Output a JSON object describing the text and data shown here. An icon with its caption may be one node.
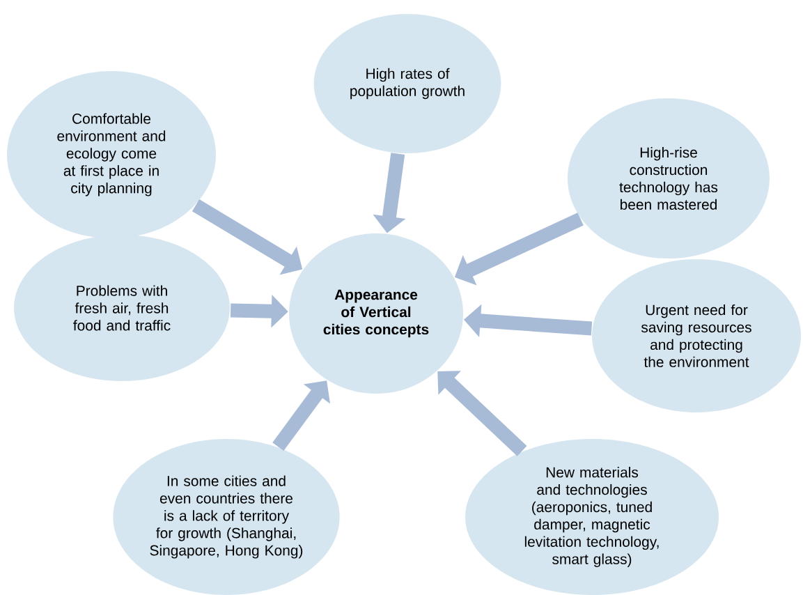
{
  "diagram": {
    "nodes": [
      {
        "text": [
          "High rates of population growth"
        ]
      },
      {
        "text": [
          "Comfortable environment and ecology come at first place in city planning"
        ]
      },
      {
        "text": [
          "High-rise construction technology has been mastered"
        ]
      },
      {
        "text": [
          "Appearance of Vertical cities concepts"
        ]
      },
      {
        "text": [
          "Problems with fresh air, fresh food and traffic"
        ]
      },
      {
        "text": [
          "Urgent need for saving resources and protecting the environment"
        ]
      },
      {
        "text": [
          "In some cities and even countries there is a lack of territory for growth (Shanghai, Singapore, Hong Kong)"
        ]
      },
      {
        "text": [
          "New materials and technologies (aeroponics, tuned damper, magnetic levitation technology, smart glass)"
        ]
      }
    ],
    "edges": [
      {
        "from": 0,
        "to": 3,
        "arrow": "to"
      },
      {
        "from": 1,
        "to": 3,
        "arrow": "to"
      },
      {
        "from": 2,
        "to": 3,
        "arrow": "to"
      },
      {
        "from": 4,
        "to": 3,
        "arrow": "to"
      },
      {
        "from": 5,
        "to": 3,
        "arrow": "to"
      },
      {
        "from": 6,
        "to": 3,
        "arrow": "to"
      },
      {
        "from": 7,
        "to": 3,
        "arrow": "to"
      }
    ]
  }
}
